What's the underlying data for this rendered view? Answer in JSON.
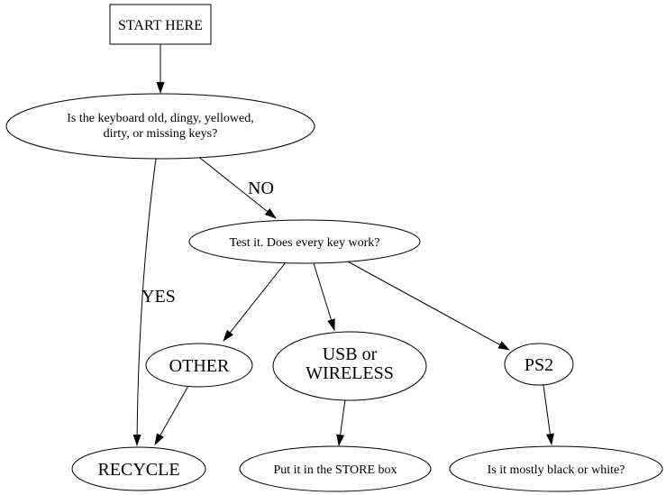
{
  "diagram": {
    "type": "flowchart",
    "background_color": "#ffffff",
    "stroke_color": "#000000",
    "text_color": "#000000",
    "nodes": {
      "start": {
        "shape": "box",
        "label": "START HERE"
      },
      "condition": {
        "shape": "ellipse",
        "line1": "Is the keyboard old, dingy, yellowed,",
        "line2": "dirty, or missing keys?"
      },
      "test": {
        "shape": "ellipse",
        "label": "Test it. Does every key work?"
      },
      "other": {
        "shape": "ellipse",
        "label": "OTHER"
      },
      "usb": {
        "shape": "ellipse",
        "line1": "USB or",
        "line2": "WIRELESS"
      },
      "ps2": {
        "shape": "ellipse",
        "label": "PS2"
      },
      "recycle": {
        "shape": "ellipse",
        "label": "RECYCLE"
      },
      "store": {
        "shape": "ellipse",
        "label": "Put it in the STORE box"
      },
      "blackwhite": {
        "shape": "ellipse",
        "label": "Is it mostly black or white?"
      }
    },
    "edge_labels": {
      "no": "NO",
      "yes": "YES"
    },
    "edges": [
      {
        "from": "start",
        "to": "condition",
        "label": ""
      },
      {
        "from": "condition",
        "to": "test",
        "label": "NO"
      },
      {
        "from": "condition",
        "to": "recycle",
        "label": "YES"
      },
      {
        "from": "test",
        "to": "other",
        "label": ""
      },
      {
        "from": "test",
        "to": "usb",
        "label": ""
      },
      {
        "from": "test",
        "to": "ps2",
        "label": ""
      },
      {
        "from": "other",
        "to": "recycle",
        "label": ""
      },
      {
        "from": "usb",
        "to": "store",
        "label": ""
      },
      {
        "from": "ps2",
        "to": "blackwhite",
        "label": ""
      }
    ]
  }
}
